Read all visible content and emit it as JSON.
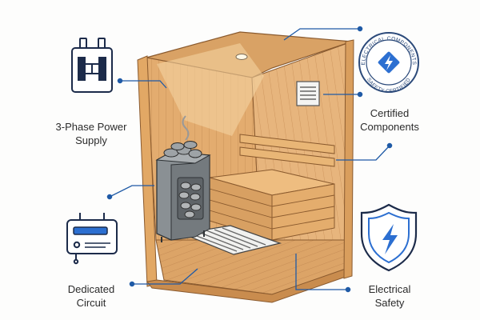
{
  "labels": {
    "power": {
      "line1": "3-Phase Power",
      "line2": "Supply"
    },
    "certified": {
      "line1": "Certified",
      "line2": "Components"
    },
    "circuit": {
      "line1": "Dedicated",
      "line2": "Circuit"
    },
    "safety": {
      "line1": "Electrical",
      "line2": "Safety"
    }
  },
  "badge": {
    "top_text": "ELECTRICAL COMPONENTS",
    "bottom_text": "SAFETY CERTIFIED"
  },
  "icons": {
    "power": "three-phase-plug-icon",
    "certified": "certification-badge-icon",
    "circuit": "circuit-breaker-panel-icon",
    "safety": "shield-lightning-icon"
  },
  "colors": {
    "callout_line": "#1f5aa6",
    "icon_stroke": "#1c2b4a",
    "accent_blue": "#2c6fd1",
    "wood_light": "#e8b47a",
    "wood_mid": "#d69a5b",
    "wood_dark": "#b9773f",
    "heater_metal": "#7d8387"
  }
}
